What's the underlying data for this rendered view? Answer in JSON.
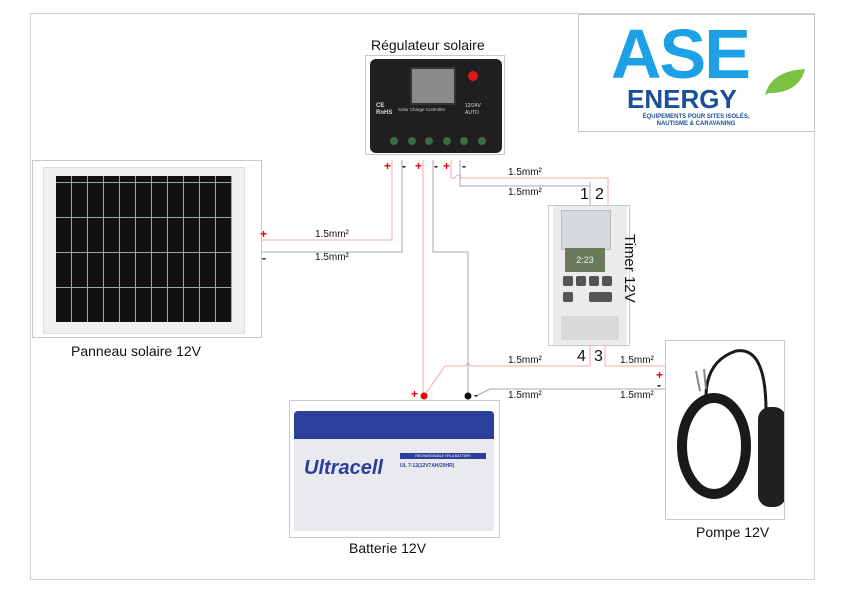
{
  "diagram": {
    "title_components": {
      "regulator": "Régulateur solaire",
      "panel": "Panneau solaire 12V",
      "battery": "Batterie 12V",
      "pump": "Pompe 12V",
      "timer": "Timer 12V"
    },
    "logo": {
      "brand": "ASE",
      "sub": "ENERGY",
      "tagline_line1": "ÉQUIPEMENTS POUR SITES ISOLÉS,",
      "tagline_line2": "NAUTISME & CARAVANING",
      "brand_color": "#1ea0e6",
      "sub_color": "#1a4f9a",
      "leaf_color": "#7cc242"
    },
    "regulator_device": {
      "mark1": "CE",
      "mark2": "RoHS",
      "name": "Solar Charge Controller",
      "voltage": "12/24V",
      "mode": "AUTO"
    },
    "battery_device": {
      "brand": "Ultracell",
      "model": "UL 7-12(12V7AH/20HR)",
      "band": "RECHARGEABLE VRLA BATTERY"
    },
    "timer_device": {
      "display": "2:23"
    },
    "terminals": {
      "t1": "1",
      "t2": "2",
      "t3": "3",
      "t4": "4"
    },
    "polarity": {
      "plus": "+",
      "minus": "-"
    },
    "wire_label": "1.5mm²",
    "wire_colors": {
      "positive": "#f4a8a8",
      "negative": "#a8a8a8"
    }
  }
}
